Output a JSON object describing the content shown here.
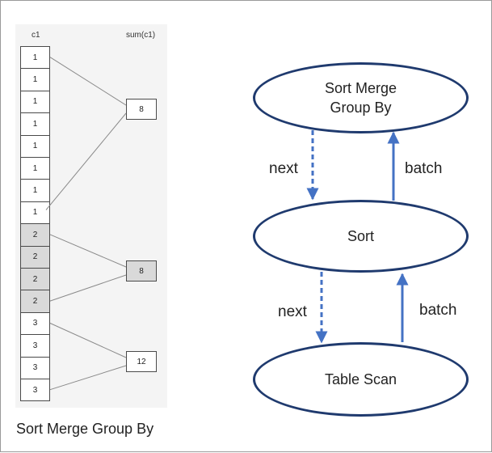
{
  "left_diagram": {
    "headers": {
      "c1": "c1",
      "sum": "sum(c1)"
    },
    "rows": [
      {
        "value": "1",
        "group": 0
      },
      {
        "value": "1",
        "group": 0
      },
      {
        "value": "1",
        "group": 0
      },
      {
        "value": "1",
        "group": 0
      },
      {
        "value": "1",
        "group": 0
      },
      {
        "value": "1",
        "group": 0
      },
      {
        "value": "1",
        "group": 0
      },
      {
        "value": "1",
        "group": 0
      },
      {
        "value": "2",
        "group": 1
      },
      {
        "value": "2",
        "group": 1
      },
      {
        "value": "2",
        "group": 1
      },
      {
        "value": "2",
        "group": 1
      },
      {
        "value": "3",
        "group": 2
      },
      {
        "value": "3",
        "group": 2
      },
      {
        "value": "3",
        "group": 2
      },
      {
        "value": "3",
        "group": 2
      }
    ],
    "groups": [
      {
        "sum": "8",
        "highlighted": false
      },
      {
        "sum": "8",
        "highlighted": true
      },
      {
        "sum": "12",
        "highlighted": false
      }
    ],
    "caption": "Sort Merge Group By"
  },
  "right_diagram": {
    "nodes": {
      "sort_merge_group_by": "Sort Merge\nGroup By",
      "sort": "Sort",
      "table_scan": "Table Scan"
    },
    "edges": {
      "next_top": "next",
      "batch_top": "batch",
      "next_bottom": "next",
      "batch_bottom": "batch"
    },
    "colors": {
      "ellipse_border": "#1f3a6e",
      "arrow": "#4472c4"
    }
  }
}
